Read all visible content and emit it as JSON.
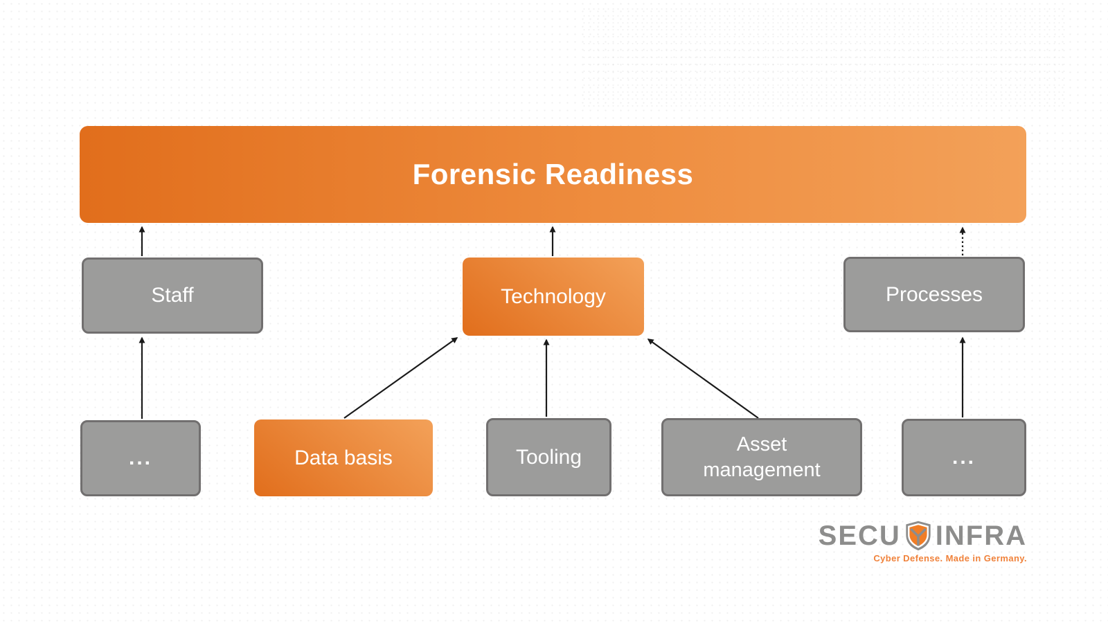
{
  "diagram": {
    "root": {
      "id": "forensic-readiness",
      "label": "Forensic Readiness",
      "style": "orange-gradient"
    },
    "level2": [
      {
        "id": "staff",
        "label": "Staff",
        "style": "gray"
      },
      {
        "id": "technology",
        "label": "Technology",
        "style": "orange-gradient"
      },
      {
        "id": "processes",
        "label": "Processes",
        "style": "gray"
      }
    ],
    "level3": [
      {
        "id": "ellipsis-left",
        "label": "...",
        "style": "gray"
      },
      {
        "id": "data-basis",
        "label": "Data basis",
        "style": "orange-gradient"
      },
      {
        "id": "tooling",
        "label": "Tooling",
        "style": "gray"
      },
      {
        "id": "asset-management",
        "label": "Asset management",
        "style": "gray"
      },
      {
        "id": "ellipsis-right",
        "label": "...",
        "style": "gray"
      }
    ],
    "edges": [
      {
        "from": "ellipsis-left",
        "to": "staff",
        "line": "solid",
        "arrowhead": "up"
      },
      {
        "from": "staff",
        "to": "forensic-readiness",
        "line": "solid",
        "arrowhead": "up"
      },
      {
        "from": "data-basis",
        "to": "technology",
        "line": "solid",
        "arrowhead": "up"
      },
      {
        "from": "tooling",
        "to": "technology",
        "line": "solid",
        "arrowhead": "up"
      },
      {
        "from": "asset-management",
        "to": "technology",
        "line": "solid",
        "arrowhead": "up"
      },
      {
        "from": "technology",
        "to": "forensic-readiness",
        "line": "solid",
        "arrowhead": "up"
      },
      {
        "from": "ellipsis-right",
        "to": "processes",
        "line": "solid",
        "arrowhead": "up"
      },
      {
        "from": "processes",
        "to": "forensic-readiness",
        "line": "dotted",
        "arrowhead": "up"
      }
    ]
  },
  "logo": {
    "wordmark_left": "SECU",
    "wordmark_right": "INFRA",
    "shield_icon": "shield-y-icon",
    "tagline": "Cyber Defense. Made in Germany."
  },
  "colors": {
    "orange_dark": "#E16E1C",
    "orange_light": "#F3A159",
    "gray_fill": "#9C9C9B",
    "gray_border": "#716F6F",
    "node_text": "#FFFFFF",
    "logo_gray": "#8D8D8C",
    "tagline_orange": "#F0823B",
    "arrow_black": "#1A1A1A"
  }
}
